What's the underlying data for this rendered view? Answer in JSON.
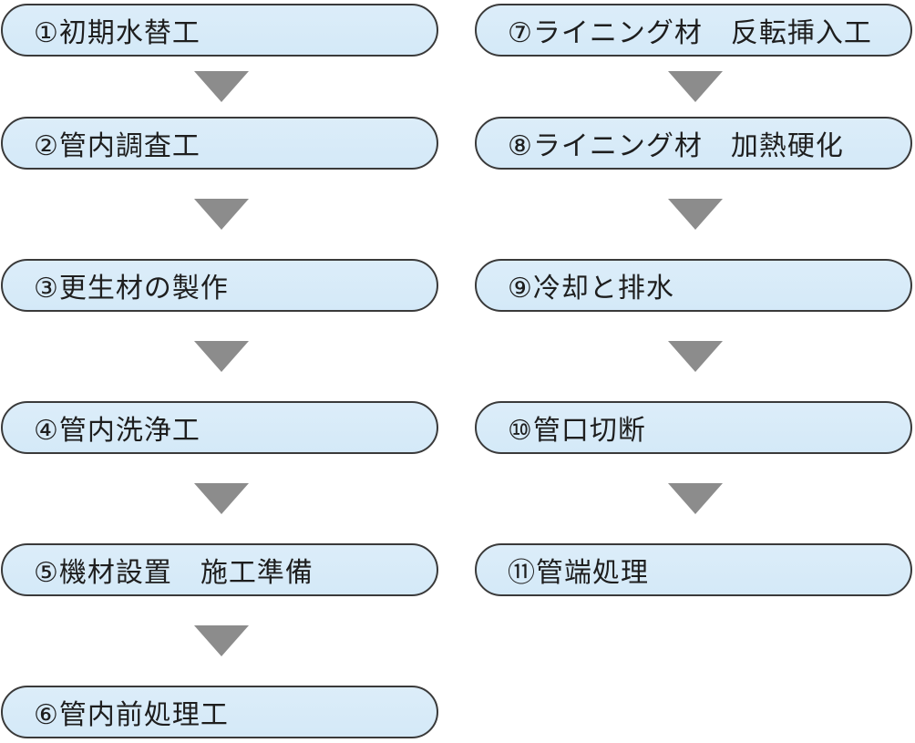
{
  "colors": {
    "step_fill": "#d6eaf8",
    "step_border": "#3a3a3a",
    "arrow": "#8c8c8c"
  },
  "steps_left": [
    {
      "label": "①初期水替工"
    },
    {
      "label": "②管内調査工"
    },
    {
      "label": "③更生材の製作"
    },
    {
      "label": "④管内洗浄工"
    },
    {
      "label": "⑤機材設置　施工準備"
    },
    {
      "label": "⑥管内前処理工"
    }
  ],
  "steps_right": [
    {
      "label": "⑦ライニング材　反転挿入工"
    },
    {
      "label": "⑧ライニング材　加熱硬化"
    },
    {
      "label": "⑨冷却と排水"
    },
    {
      "label": "⑩管口切断"
    },
    {
      "label": "⑪管端処理"
    }
  ]
}
